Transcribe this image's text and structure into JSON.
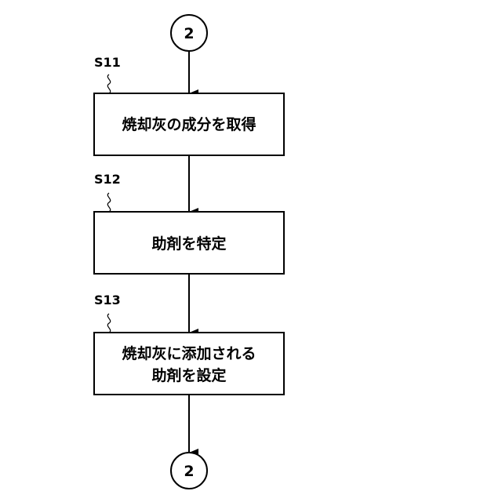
{
  "connectors": {
    "top": "2",
    "bottom": "2"
  },
  "steps": [
    {
      "label": "S11",
      "lines": [
        "焼却灰の成分を取得"
      ]
    },
    {
      "label": "S12",
      "lines": [
        "助剤を特定"
      ]
    },
    {
      "label": "S13",
      "lines": [
        "焼却灰に添加される",
        "助剤を設定"
      ]
    }
  ]
}
